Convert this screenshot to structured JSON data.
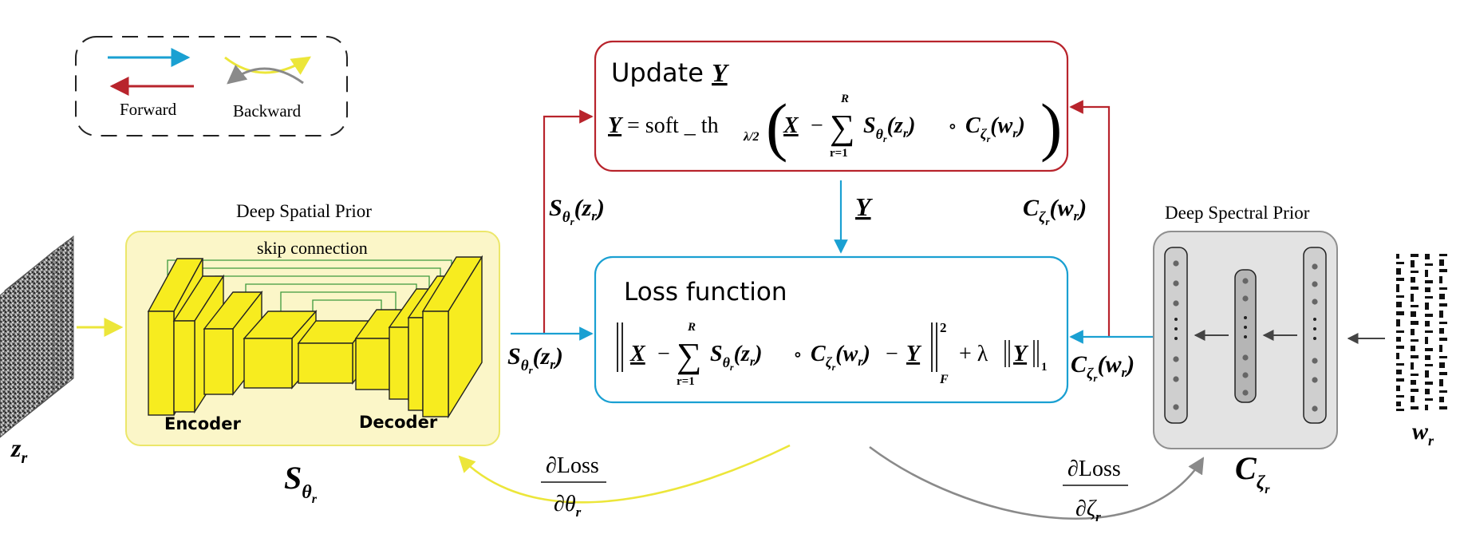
{
  "legend": {
    "forward_label": "Forward",
    "backward_label": "Backward"
  },
  "inputs": {
    "noise_symbol": "z",
    "noise_sub": "r",
    "code_symbol": "w",
    "code_sub": "r"
  },
  "spatial_prior": {
    "title": "Deep Spatial  Prior",
    "skip_label": "skip connection",
    "encoder_label": "Encoder",
    "decoder_label": "Decoder",
    "symbol": "S",
    "symbol_sub": "θ",
    "symbol_subsub": "r"
  },
  "spectral_prior": {
    "title": "Deep Spectral  Prior",
    "symbol": "C",
    "symbol_sub": "ζ",
    "symbol_subsub": "r"
  },
  "update_box": {
    "title": "Update ",
    "title_var": "Y",
    "eq_y": "Y",
    "eq_equals": " = soft _ th",
    "eq_sub": "λ/2",
    "eq_x": "X",
    "eq_minus": "−",
    "sum_top": "R",
    "sum_bottom": "r=1",
    "sum_sign": "∑"
  },
  "loss_box": {
    "title": "Loss function",
    "eq_x": "X",
    "eq_minus": "−",
    "sum_top": "R",
    "sum_bottom": "r=1",
    "sum_sign": "∑",
    "eq_y": "Y",
    "norm_F": "F",
    "norm_exp": "2",
    "eq_plus": "+ λ",
    "norm_1": "1"
  },
  "edge_labels": {
    "s_symbol": "S",
    "s_sub": "θ",
    "s_subsub": "r",
    "s_arg": "(z",
    "s_arg_sub": "r",
    "c_symbol": "C",
    "c_sub": "ζ",
    "c_subsub": "r",
    "c_arg": "(w",
    "c_arg_sub": "r",
    "y_label": "Y",
    "composition": "∘"
  },
  "gradients": {
    "left_num": "∂Loss",
    "left_den": "∂θ",
    "left_den_sub": "r",
    "right_num": "∂Loss",
    "right_den": "∂ζ",
    "right_den_sub": "r"
  },
  "colors": {
    "forward_blue": "#1aa0d2",
    "forward_red": "#b8242c",
    "backward_yellow": "#ece63a",
    "backward_gray": "#8a8a8a",
    "spatial_fill": "#fbf6c8",
    "spatial_border": "#ece76a",
    "spectral_fill": "#e3e3e3",
    "spectral_border": "#8f8f8f",
    "block_yellow": "#f7ec1f",
    "skip_green": "#3d9a3d"
  }
}
